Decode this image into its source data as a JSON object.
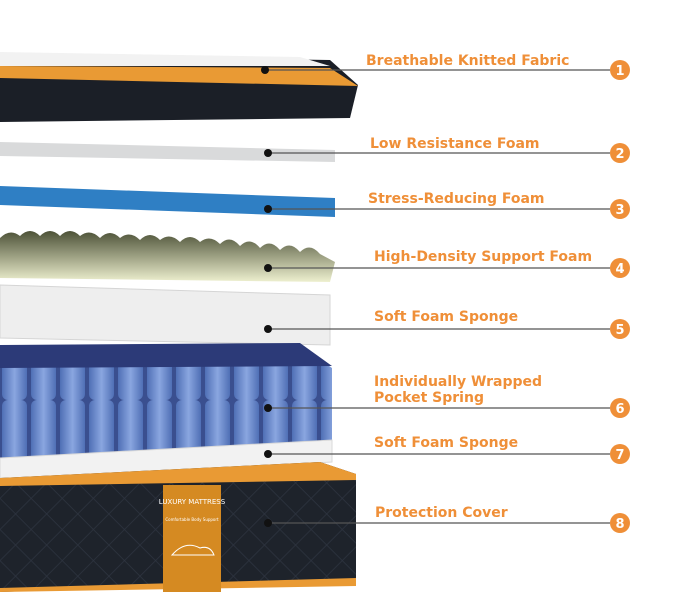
{
  "colors": {
    "accent": "#ef8f38",
    "cover": "#1e232b",
    "spring": "#6f8fd1",
    "blue_foam": "#2f7fc4"
  },
  "layers": [
    {
      "number": "1",
      "label": "Breathable Knitted Fabric"
    },
    {
      "number": "2",
      "label": "Low Resistance Foam"
    },
    {
      "number": "3",
      "label": "Stress-Reducing Foam"
    },
    {
      "number": "4",
      "label": "High-Density Support Foam"
    },
    {
      "number": "5",
      "label": "Soft Foam Sponge"
    },
    {
      "number": "6",
      "label_line1": "Individually Wrapped",
      "label_line2": "Pocket Spring"
    },
    {
      "number": "7",
      "label": "Soft Foam Sponge"
    },
    {
      "number": "8",
      "label": "Protection Cover"
    }
  ],
  "tag": {
    "title": "LUXURY MATTRESS",
    "subtitle": "Comfortable Body Support"
  }
}
